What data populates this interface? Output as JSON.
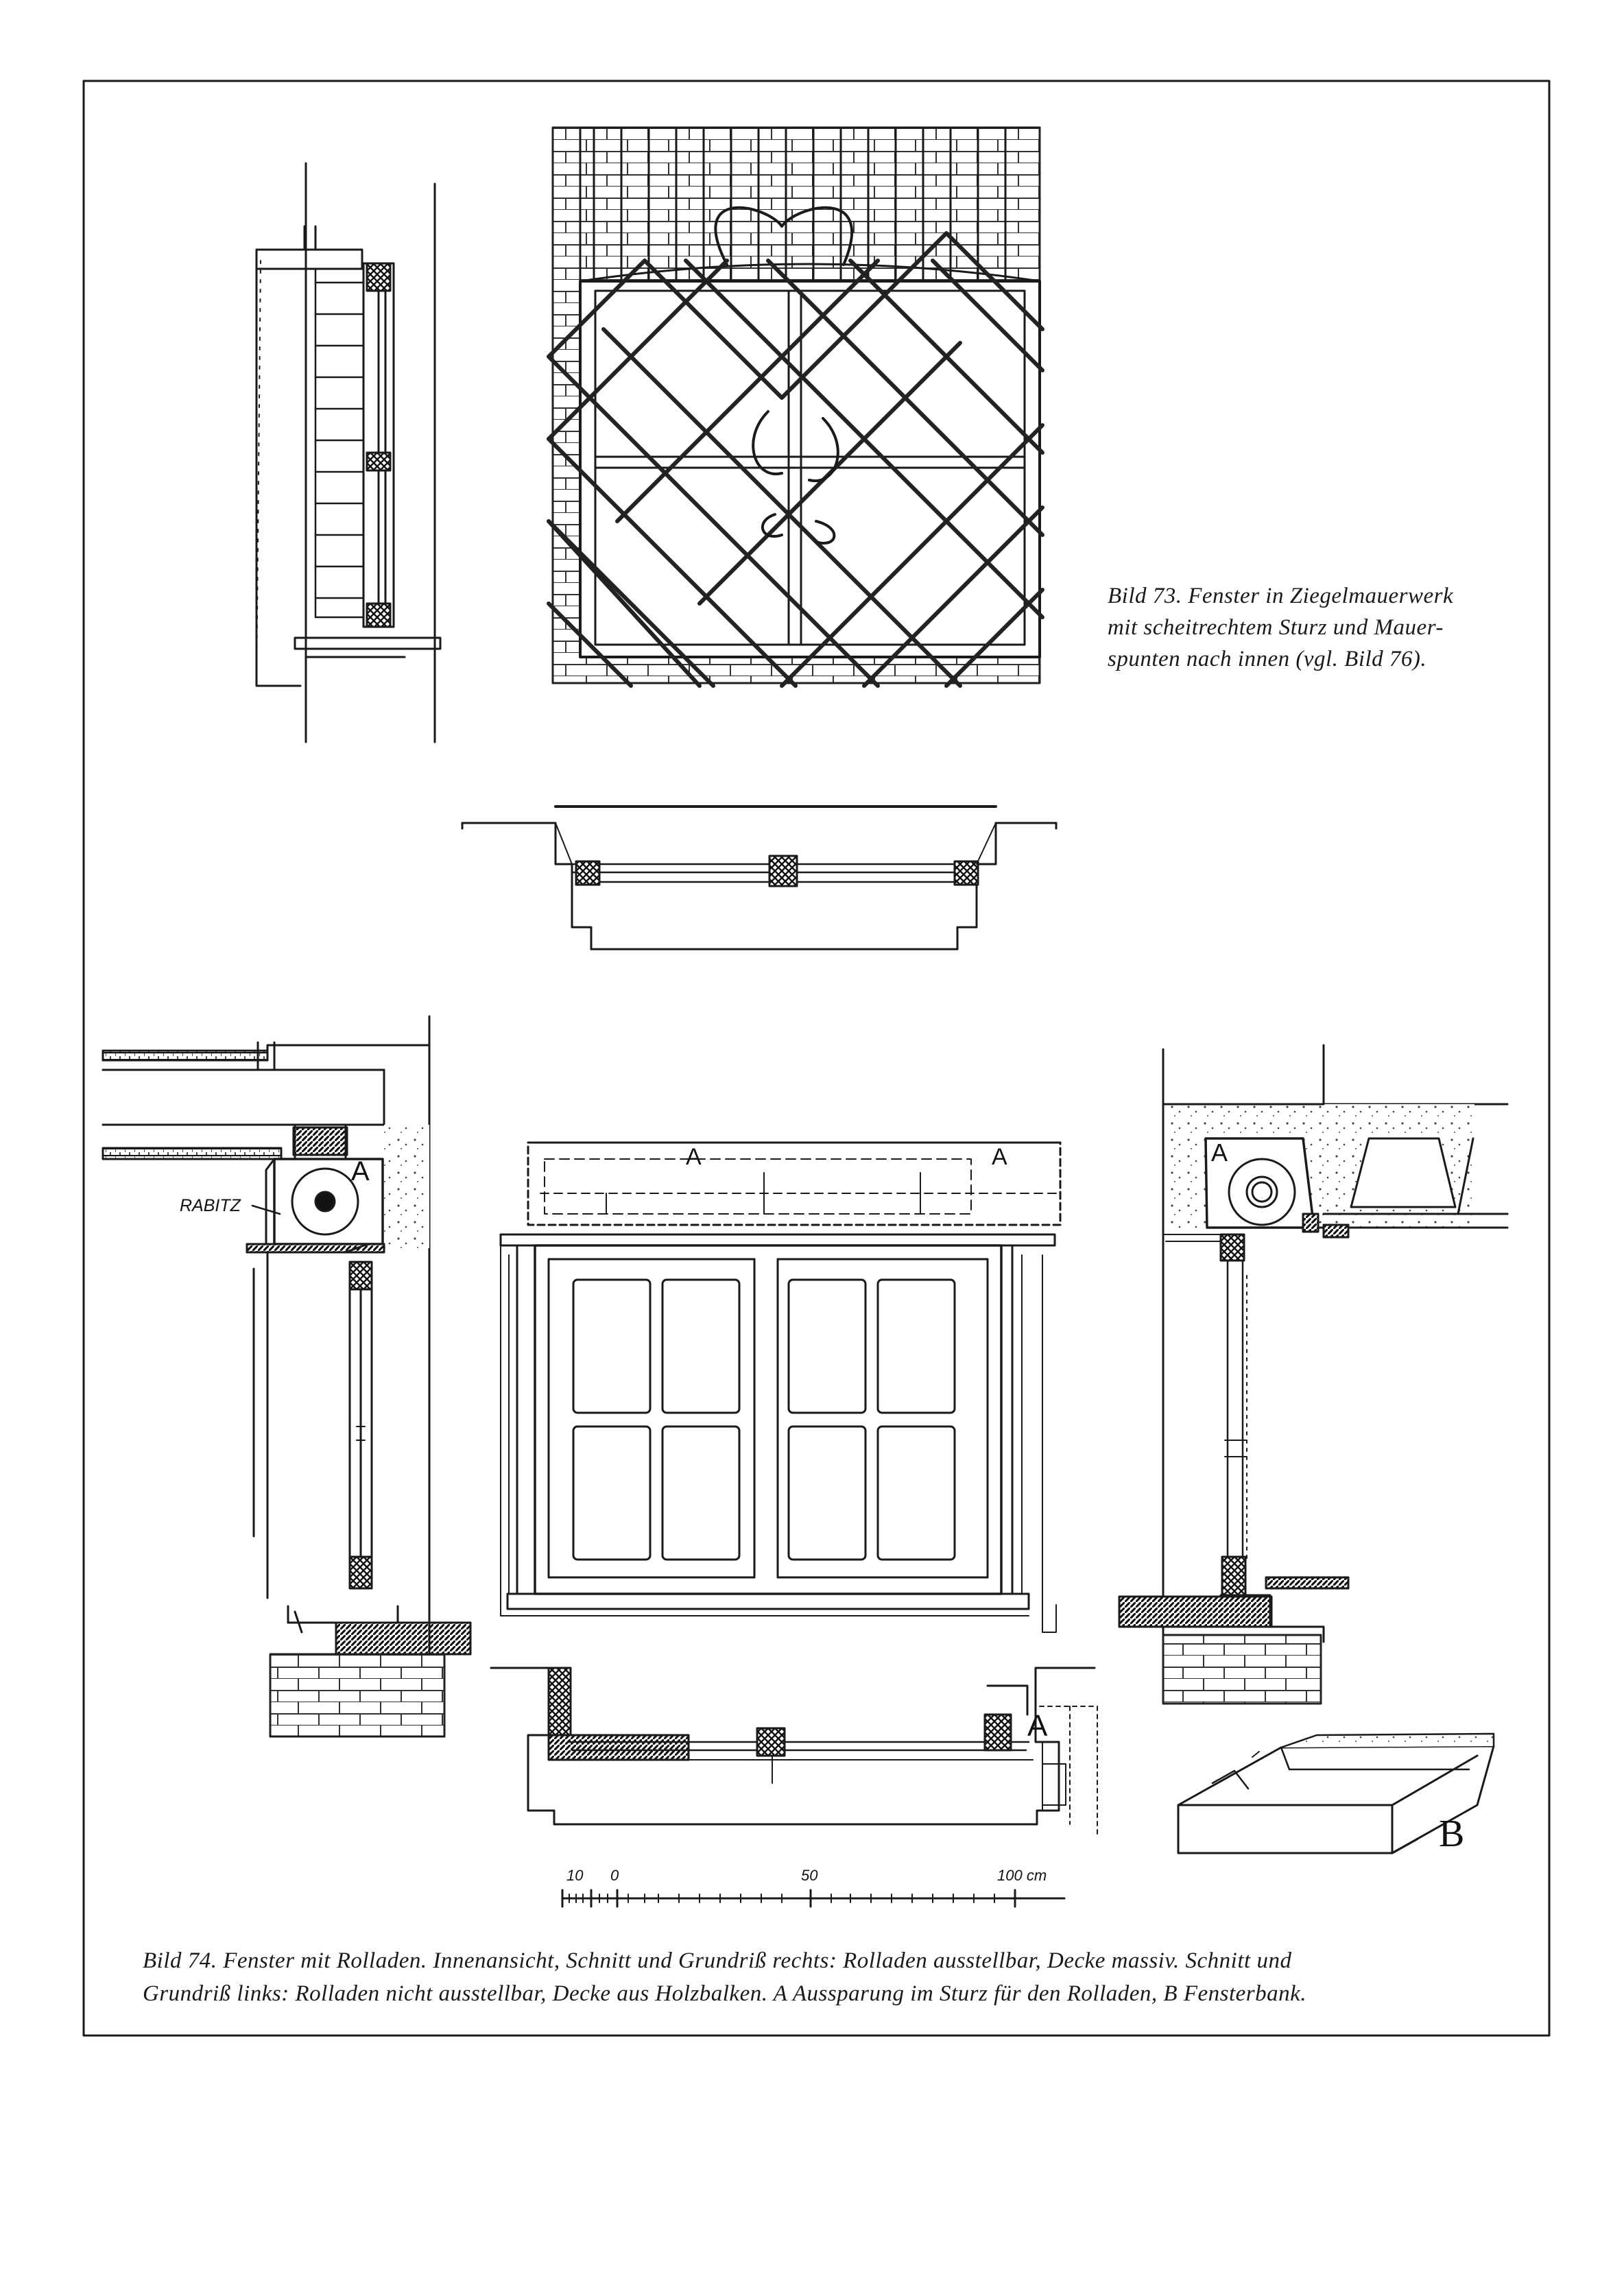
{
  "figure73": {
    "caption_lines": [
      "Bild 73. Fenster in Ziegelmauerwerk",
      "mit scheitrechtem Sturz und Mauer-",
      "spunten nach innen (vgl. Bild 76)."
    ]
  },
  "figure74": {
    "caption_lines": [
      "Bild 74. Fenster mit Rolladen. Innenansicht, Schnitt und Grundriß rechts: Rolladen ausstellbar, Decke massiv. Schnitt und",
      "Grundriß links: Rolladen nicht ausstellbar, Decke aus Holzbalken. A Aussparung im Sturz für den Rolladen, B Fensterbank."
    ],
    "labels": {
      "rabitz": "RABITZ",
      "a": "A",
      "b": "B"
    },
    "scale": {
      "ticks": [
        "10",
        "0",
        "50",
        "100 cm"
      ]
    }
  }
}
